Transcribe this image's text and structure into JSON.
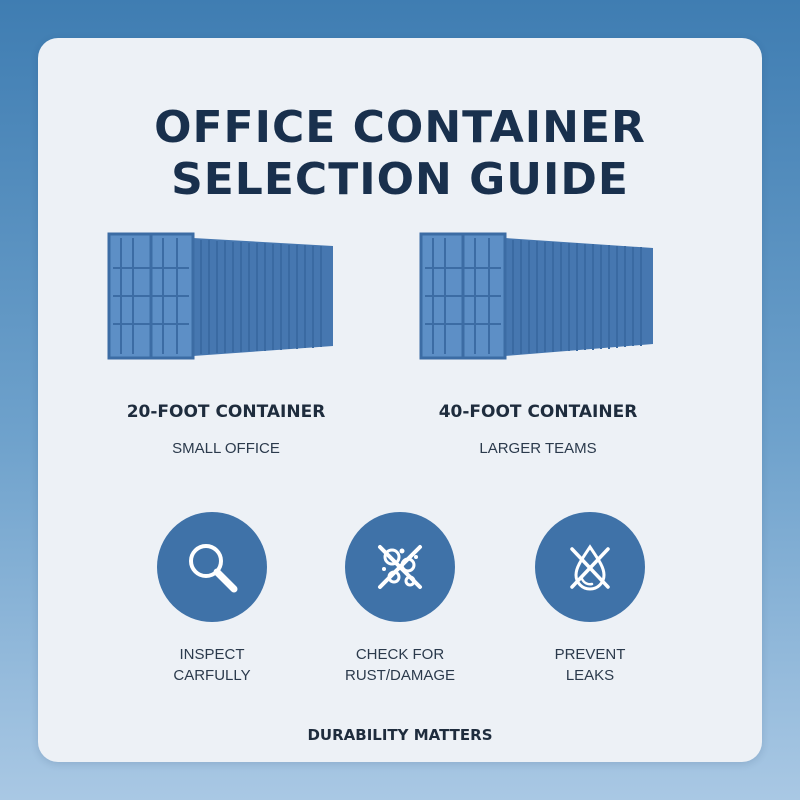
{
  "title": {
    "line1": "OFFICE CONTAINER",
    "line2": "SELECTION GUIDE"
  },
  "containers": [
    {
      "label": "20-FOOT CONTAINER",
      "subtitle": "SMALL OFFICE",
      "icon": "shipping-container-20ft"
    },
    {
      "label": "40-FOOT CONTAINER",
      "subtitle": "LARGER TEAMS",
      "icon": "shipping-container-40ft"
    }
  ],
  "features": [
    {
      "line1": "INSPECT",
      "line2": "CARFULLY",
      "icon": "magnifying-glass-icon"
    },
    {
      "line1": "CHECK FOR",
      "line2": "RUST/DAMAGE",
      "icon": "rust-damage-crossed-icon"
    },
    {
      "line1": "PREVENT",
      "line2": "LEAKS",
      "icon": "water-drop-crossed-icon"
    }
  ],
  "footer": "DURABILITY MATTERS",
  "colors": {
    "background_top": "#3f7db2",
    "card": "#edf1f6",
    "title": "#19304d",
    "container_blue": "#4a7fb8",
    "icon_circle": "#3f72a8"
  }
}
